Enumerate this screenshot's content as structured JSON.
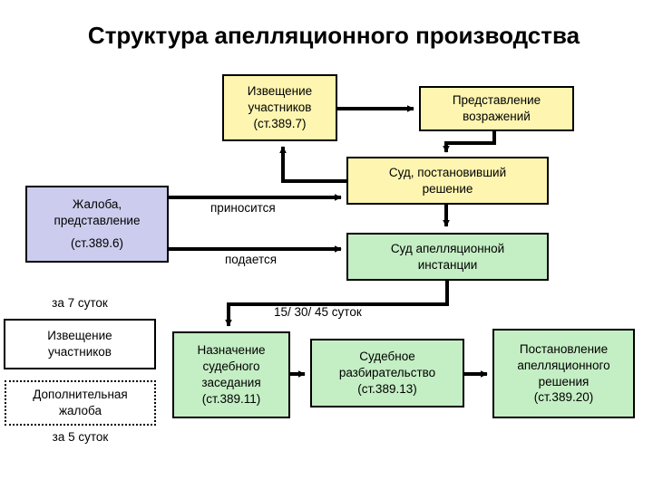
{
  "title": "Структура апелляционного производства",
  "nodes": {
    "notice_participants": {
      "lines": [
        "Извещение",
        "участников",
        "(ст.389.7)"
      ]
    },
    "objections": {
      "lines": [
        "Представление",
        "возражений"
      ]
    },
    "court_decided": {
      "lines": [
        "Суд, постановивший",
        "решение"
      ]
    },
    "complaint": {
      "lines": [
        "Жалоба,",
        "представление",
        "(ст.389.6)"
      ]
    },
    "appeal_court": {
      "lines": [
        "Суд апелляционной",
        "инстанции"
      ]
    },
    "notice_box": {
      "lines": [
        "Извещение",
        "участников"
      ]
    },
    "extra_complaint": {
      "lines": [
        "Дополнительная",
        "жалоба"
      ]
    },
    "appointment": {
      "lines": [
        "Назначение",
        "судебного",
        "заседания",
        "(ст.389.11)"
      ]
    },
    "hearing": {
      "lines": [
        "Судебное",
        "разбирательство",
        "(ст.389.13)"
      ]
    },
    "ruling": {
      "lines": [
        "Постановление",
        "апелляционного",
        "решения",
        "(ст.389.20)"
      ]
    }
  },
  "edge_labels": {
    "filed_to_court": "приносится",
    "submitted_to_appeal": "подается",
    "term_15_30_45": "15/ 30/ 45 суток"
  },
  "side_notes": {
    "within_7_days": "за 7 суток",
    "within_5_days": "за 5 суток"
  },
  "colors": {
    "yellow": "#fdf5b0",
    "purple": "#ccccee",
    "green": "#c4eec4",
    "stroke": "#000000",
    "background": "#ffffff"
  }
}
